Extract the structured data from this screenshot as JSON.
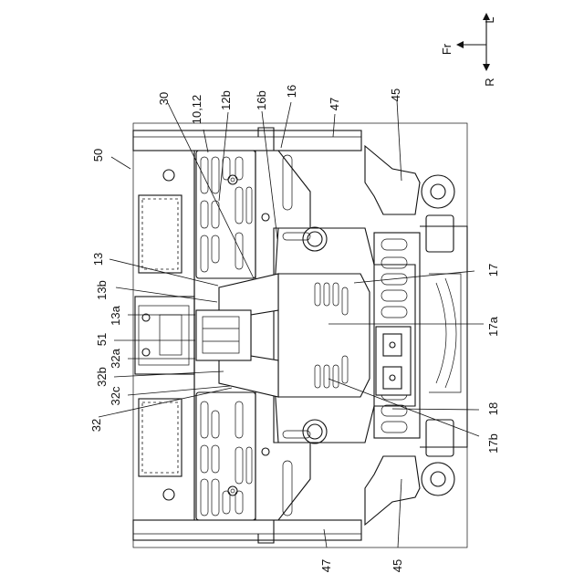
{
  "orientation": {
    "fr": "Fr",
    "l": "L",
    "r": "R"
  },
  "labels": {
    "l50": "50",
    "l30": "30",
    "l10_12": "10,12",
    "l12b": "12b",
    "l16b": "16b",
    "l16": "16",
    "l47_top": "47",
    "l45_top": "45",
    "l13": "13",
    "l13b": "13b",
    "l13a": "13a",
    "l51": "51",
    "l32a": "32a",
    "l32b": "32b",
    "l32c": "32c",
    "l32": "32",
    "l17": "17",
    "l17a": "17a",
    "l18": "18",
    "l17b": "17b",
    "l47_bottom": "47",
    "l45_bottom": "45"
  }
}
